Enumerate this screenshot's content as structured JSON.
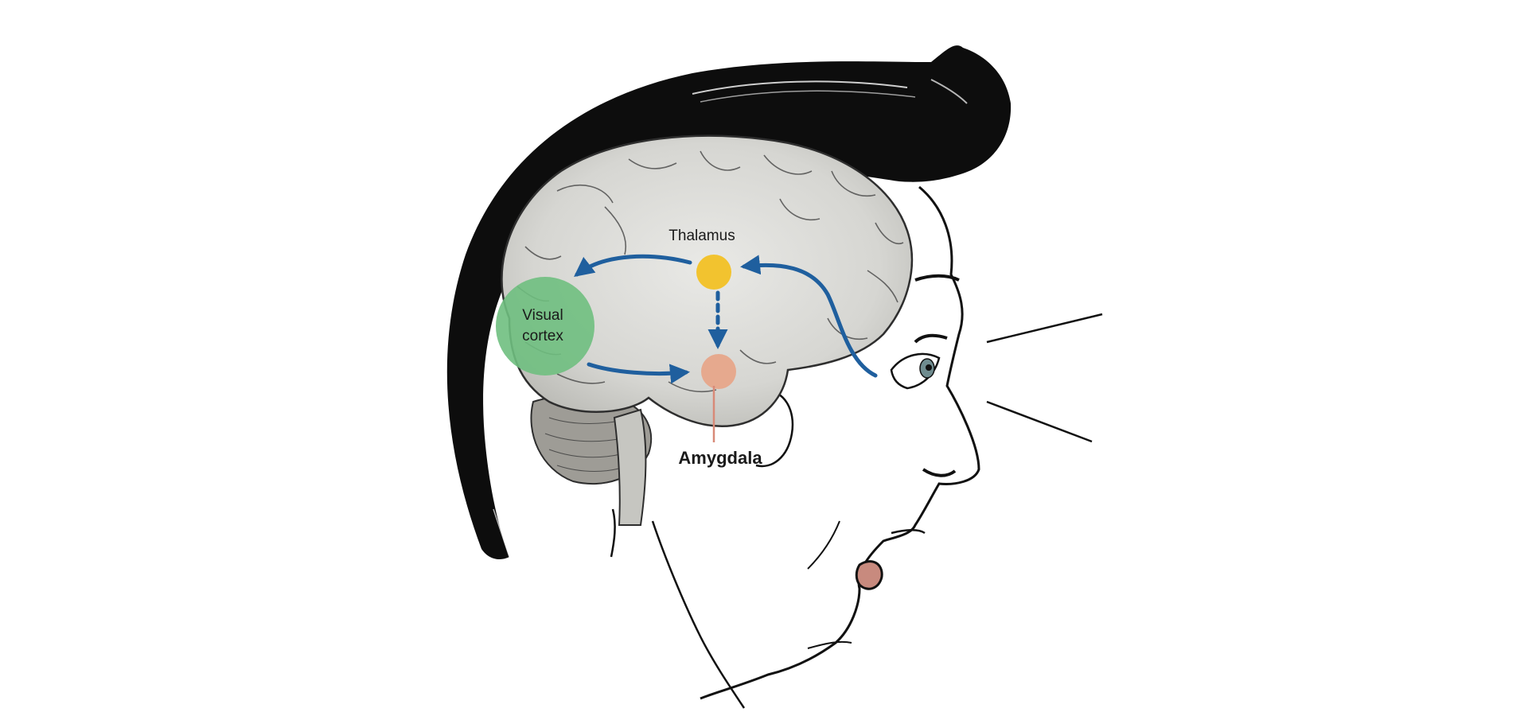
{
  "labels": {
    "thalamus": "Thalamus",
    "visual_cortex_line1": "Visual",
    "visual_cortex_line2": "cortex",
    "amygdala": "Amygdala"
  },
  "colors": {
    "brain": "#dcdcd8",
    "brain_stroke": "#3a3a3a",
    "hair": "#0d0d0d",
    "visual_cortex": "#6fbf7f",
    "thalamus": "#f2c32f",
    "amygdala": "#e6a98e",
    "pathway_arrow": "#1f5f9e",
    "amygdala_leader": "#d88a78",
    "skin": "#ffffff"
  },
  "icons": {
    "head": "head-profile-icon",
    "brain": "brain-icon",
    "eye": "eye-icon"
  }
}
